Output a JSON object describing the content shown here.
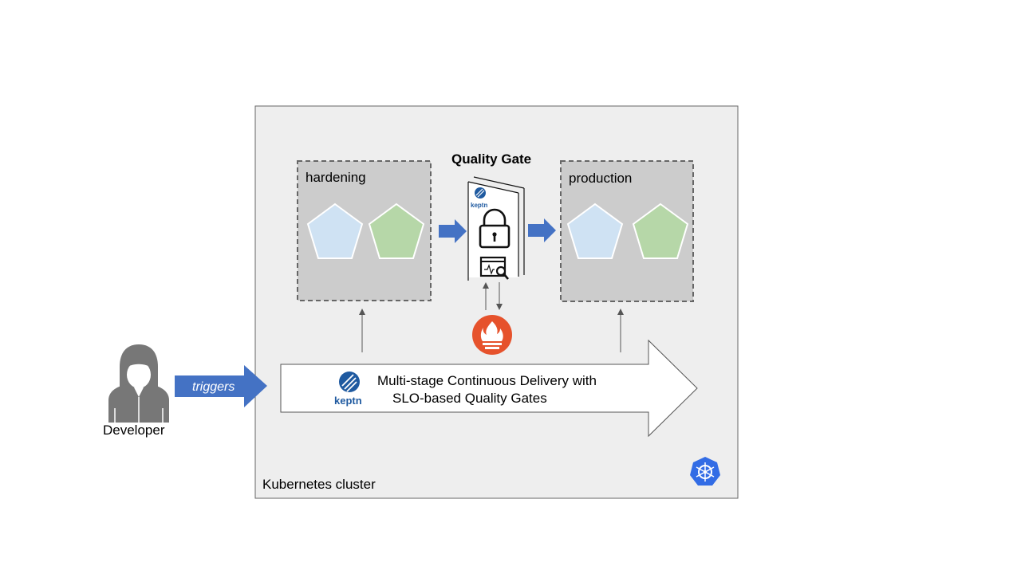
{
  "cluster": {
    "label": "Kubernetes cluster"
  },
  "stages": [
    {
      "label": "hardening"
    },
    {
      "label": "production"
    }
  ],
  "quality_gate": {
    "title": "Quality Gate"
  },
  "pipeline": {
    "line1": "Multi-stage Continuous Delivery with",
    "line2": "SLO-based Quality Gates"
  },
  "developer": {
    "label": "Developer",
    "action": "triggers"
  },
  "logos": {
    "keptn": "keptn"
  },
  "colors": {
    "cluster_bg": "#eeeeee",
    "stage_bg": "#cccccc",
    "arrow_blue": "#4472c4",
    "pentagon_blue": "#cfe2f3",
    "pentagon_green": "#b6d7a8",
    "prometheus": "#e6522c",
    "kubernetes": "#326ce5",
    "person": "#777777"
  },
  "icons": [
    "person-icon",
    "keptn-logo-icon",
    "lock-icon",
    "monitor-search-icon",
    "prometheus-icon",
    "kubernetes-icon"
  ]
}
